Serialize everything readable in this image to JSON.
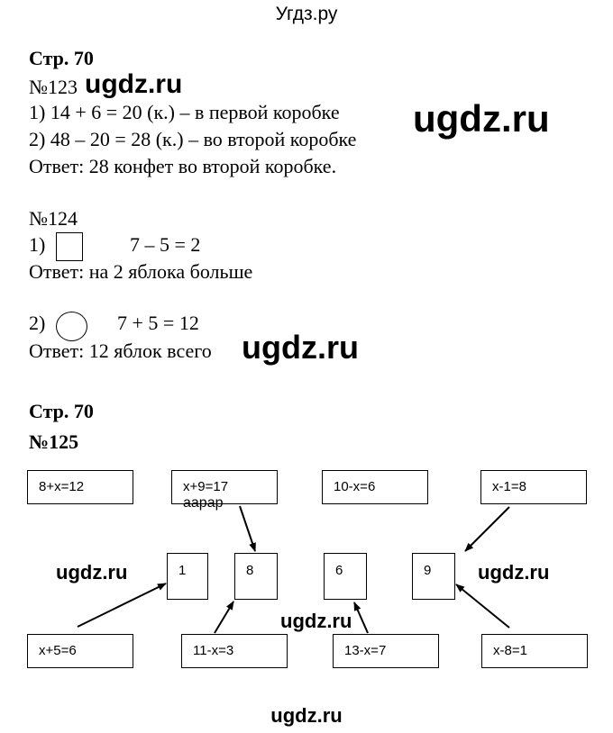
{
  "site": {
    "top": "Угдз.ру",
    "bottom": "ugdz.ru"
  },
  "watermark": "ugdz.ru",
  "section1": {
    "page": "Стр. 70",
    "task": "№123",
    "line1": "1) 14 + 6 = 20 (к.) – в первой коробке",
    "line2": "2) 48 – 20 = 28 (к.) – во второй коробке",
    "answer": "Ответ: 28 конфет во второй коробке."
  },
  "section2": {
    "task": "№124",
    "item1_num": "1)",
    "item1_eq": "7 – 5 = 2",
    "item1_answer": "Ответ: на 2 яблока больше",
    "item2_num": "2)",
    "item2_eq": "7 + 5 = 12",
    "item2_answer": "Ответ: 12 яблок всего"
  },
  "section3": {
    "page": "Стр. 70",
    "task": "№125",
    "scrawl": "аарар",
    "top_equations": [
      "8+x=12",
      "x+9=17",
      "10-x=6",
      "x-1=8"
    ],
    "answers": [
      "1",
      "8",
      "6",
      "9"
    ],
    "bottom_equations": [
      "x+5=6",
      "11-x=3",
      "13-x=7",
      "x-8=1"
    ]
  }
}
